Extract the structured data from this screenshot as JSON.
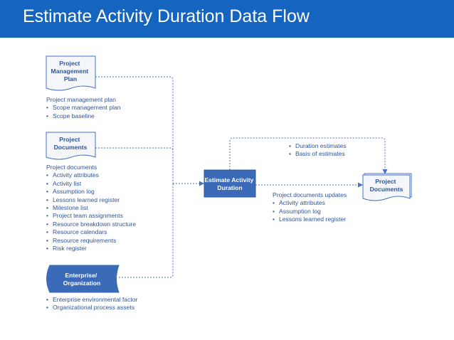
{
  "header": {
    "title": "Estimate Activity Duration Data Flow"
  },
  "inputs": {
    "pm_plan": {
      "shape_label": [
        "Project",
        "Management",
        "Plan"
      ],
      "heading": "Project management plan",
      "items": [
        "Scope management plan",
        "Scope baseline"
      ]
    },
    "project_documents": {
      "shape_label": [
        "Project",
        "Documents"
      ],
      "heading": "Project documents",
      "items": [
        "Activity attributes",
        "Activity list",
        "Assumption log",
        "Lessons learned register",
        "Milestone list",
        "Project team assignments",
        "Resource breakdown structure",
        "Resource calendars",
        "Resource requirements",
        "Risk register"
      ]
    },
    "enterprise": {
      "shape_label": [
        "Enterprise/",
        "Organization"
      ],
      "items": [
        "Enterprise environmental factor",
        "Organizational process assets"
      ]
    }
  },
  "process": {
    "label": [
      "Estimate Activity",
      "Duration"
    ]
  },
  "outputs": {
    "project_documents": {
      "shape_label": [
        "Project",
        "Documents"
      ]
    },
    "top_items": [
      "Duration estimates",
      "Basis of estimates"
    ],
    "updates_heading": "Project documents updates",
    "updates_items": [
      "Activity attributes",
      "Assumption log",
      "Lessons learned register"
    ]
  },
  "colors": {
    "header": "#1565C0",
    "accent": "#4472C4",
    "text": "#2E5597",
    "shape_fill": "#F4F6FA",
    "enterprise_fill": "#3A6AB8"
  },
  "bullet": "•"
}
